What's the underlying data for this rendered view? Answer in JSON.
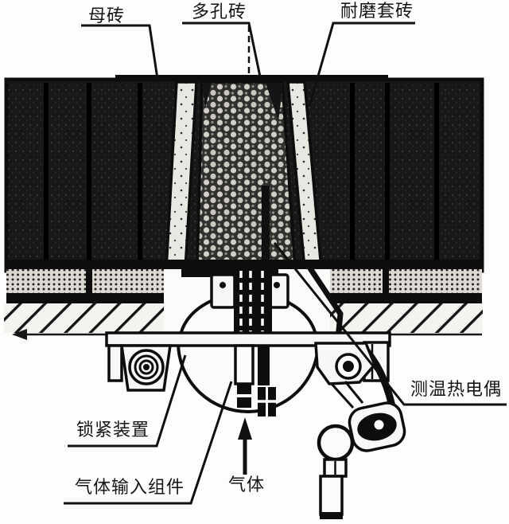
{
  "diagram": {
    "type": "technical-section-drawing",
    "subject": "furnace gas purging plug brick assembly cross-section",
    "labels": {
      "mother_brick": "母砖",
      "porous_brick": "多孔砖",
      "wear_sleeve_brick": "耐磨套砖",
      "thermocouple": "测温热电偶",
      "locking_device": "锁紧装置",
      "gas_input_assembly": "气体输入组件",
      "gas": "气体"
    },
    "icons": {
      "gas_flow_arrow": "up-arrow",
      "section_line_arrow": "left-arrow"
    },
    "colors": {
      "ink": "#151515",
      "paper": "#fdfdfc",
      "brick_dark": "#181818",
      "sleeve_light": "#e9e7e1",
      "insulation_stipple": "#ddd9d2",
      "porous_base": "#30302e",
      "porous_bubble": "#d2cfc6"
    }
  }
}
